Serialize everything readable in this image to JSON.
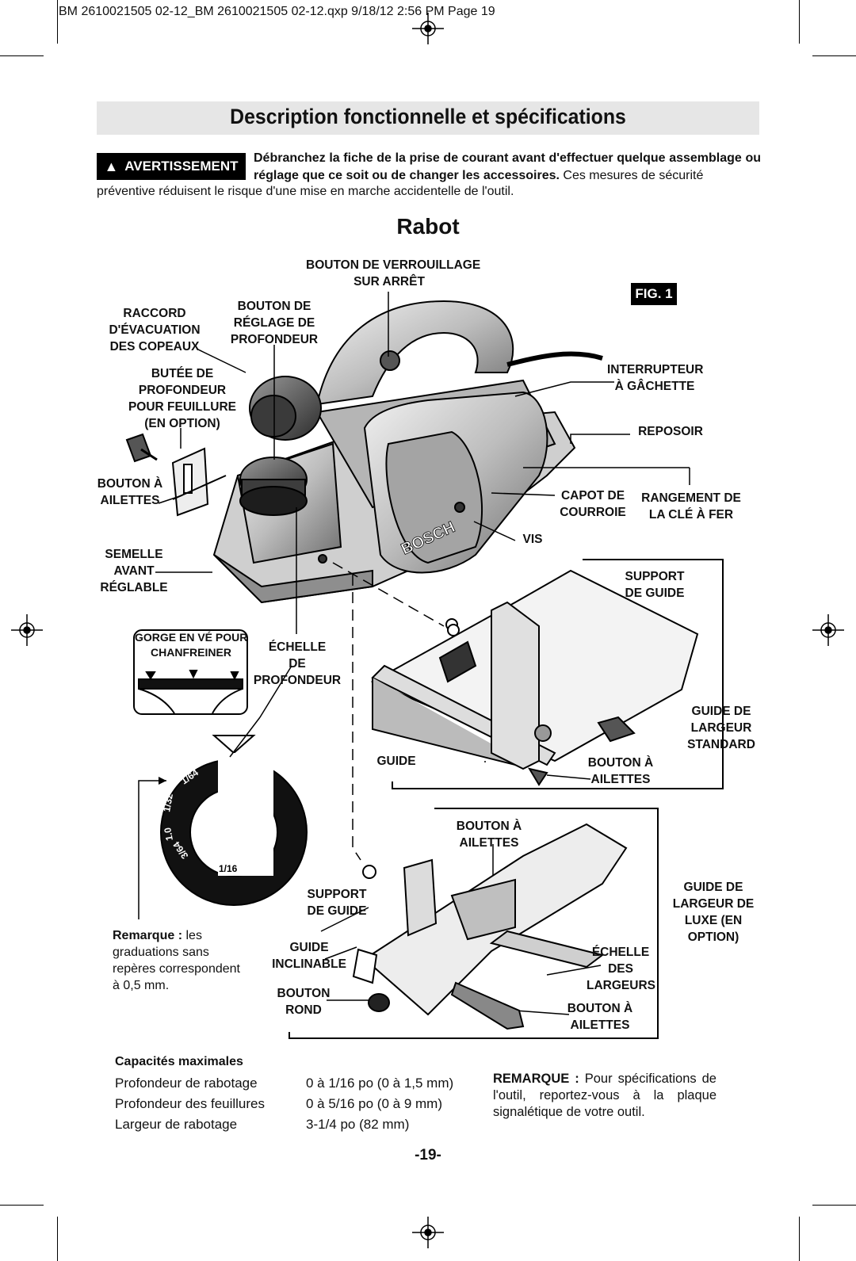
{
  "header": {
    "file_line": "BM 2610021505 02-12_BM 2610021505 02-12.qxp  9/18/12  2:56 PM  Page 19"
  },
  "title": "Description fonctionnelle et spécifications",
  "warning": {
    "badge": "AVERTISSEMENT",
    "bold_text": "Débranchez la fiche de la prise de courant avant d'effectuer quelque assemblage ou réglage que ce soit ou de changer les accessoires.",
    "text_same_line": "Ces mesures de sécurité",
    "text_continued": "préventive réduisent le risque d'une mise en marche accidentelle de l'outil."
  },
  "section_title": "Rabot",
  "figure_label": "FIG. 1",
  "labels": {
    "lock_off": [
      "BOUTON DE VERROUILLAGE",
      "SUR ARRÊT"
    ],
    "chip_port": [
      "RACCORD",
      "D'ÉVACUATION",
      "DES COPEAUX"
    ],
    "depth_knob": [
      "BOUTON DE",
      "RÉGLAGE DE",
      "PROFONDEUR"
    ],
    "rabbet_stop": [
      "BUTÉE DE",
      "PROFONDEUR",
      "POUR FEUILLURE",
      "(EN OPTION)"
    ],
    "wing_knob_1": [
      "BOUTON À",
      "AILETTES"
    ],
    "front_shoe": [
      "SEMELLE",
      "AVANT",
      "RÉGLABLE"
    ],
    "v_groove": [
      "GORGE EN VÉ POUR",
      "CHANFREINER"
    ],
    "depth_scale": [
      "ÉCHELLE",
      "DE",
      "PROFONDEUR"
    ],
    "trigger": [
      "INTERRUPTEUR",
      "À GÂCHETTE"
    ],
    "rest": "REPOSOIR",
    "belt_cover": [
      "CAPOT DE",
      "COURROIE"
    ],
    "wrench_storage": [
      "RANGEMENT DE",
      "LA CLÉ À FER"
    ],
    "screw": "VIS",
    "guide_support_1": [
      "SUPPORT",
      "DE GUIDE"
    ],
    "standard_guide": [
      "GUIDE DE",
      "LARGEUR",
      "STANDARD"
    ],
    "guide": "GUIDE",
    "wing_knob_2": [
      "BOUTON À",
      "AILETTES"
    ],
    "wing_knob_3": [
      "BOUTON À",
      "AILETTES"
    ],
    "deluxe_guide": [
      "GUIDE DE",
      "LARGEUR DE",
      "LUXE (EN",
      "OPTION)"
    ],
    "guide_support_2": [
      "SUPPORT",
      "DE GUIDE"
    ],
    "tilt_guide": [
      "GUIDE",
      "INCLINABLE"
    ],
    "width_scale": [
      "ÉCHELLE",
      "DES",
      "LARGEURS"
    ],
    "round_knob": [
      "BOUTON",
      "ROND"
    ],
    "wing_knob_4": [
      "BOUTON À",
      "AILETTES"
    ],
    "brand": "BOSCH"
  },
  "dial": {
    "zero": "0",
    "marks": [
      "1/64",
      "1/32",
      "1.0",
      "3/64",
      "1/16"
    ]
  },
  "dial_note": {
    "bold": "Remarque :",
    "text": "les graduations sans repères correspondent à 0,5 mm."
  },
  "capacities": {
    "title": "Capacités maximales",
    "rows": [
      {
        "label": "Profondeur de rabotage",
        "value": "0 à 1/16 po (0 à 1,5 mm)"
      },
      {
        "label": "Profondeur des feuillures",
        "value": "0 à 5/16 po (0 à 9 mm)"
      },
      {
        "label": "Largeur de rabotage",
        "value": "3-1/4 po (82 mm)"
      }
    ]
  },
  "remarque": {
    "bold": "REMARQUE :",
    "text": "Pour spécifications de l'outil, reportez-vous à la plaque signalétique de votre outil."
  },
  "page_number": "-19-"
}
